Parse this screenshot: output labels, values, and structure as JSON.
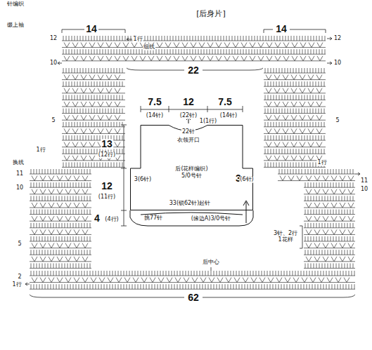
{
  "diagram": {
    "title": "[后身片]",
    "nodes": [
      {
        "text": [
          "后(花样编织) 5/0号针"
        ]
      }
    ],
    "labels": [
      "针编织",
      "缀上袖",
      "14",
      "1行",
      "细线",
      "14",
      "12",
      "12",
      "10",
      "10",
      "22",
      "5",
      "5",
      "7.5",
      "12",
      "7.5",
      "(14针)",
      "(22针)",
      "(14针)",
      "1(1行)",
      "22针",
      "衣领开口",
      "13",
      "(12行)",
      "12",
      "(11行)",
      "4",
      "(4行)",
      "3(6针)",
      "3",
      "(6针)",
      "33(锁62针)起针",
      "挑77针",
      "(缘边A)3/0号针",
      "1行",
      "换线",
      "11",
      "10",
      "5",
      "2",
      "1行",
      "11",
      "10",
      "1行",
      "3针、2行 1花样",
      "后中心",
      "62"
    ]
  }
}
